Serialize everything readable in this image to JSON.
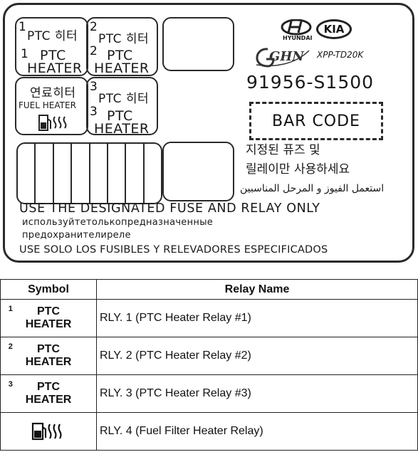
{
  "label": {
    "slot1": {
      "num": "1",
      "ptc_korean": "PTC 히터",
      "heater_num": "1",
      "heater_line1": "PTC",
      "heater_line2": "HEATER"
    },
    "slot2": {
      "num": "2",
      "ptc_korean": "PTC 히터",
      "heater_num": "2",
      "heater_line1": "PTC",
      "heater_line2": "HEATER"
    },
    "slot3": {
      "num": "3",
      "ptc_korean": "PTC 히터",
      "heater_num": "3",
      "heater_line1": "PTC",
      "heater_line2": "HEATER"
    },
    "fuel": {
      "korean": "연료히터",
      "english": "FUEL HEATER"
    },
    "brand": {
      "hyundai": "HYUNDAI",
      "kia": "KIA",
      "logo_text": "GHN",
      "model_code": "XPP-TD20K"
    },
    "part_number": "91956-S1500",
    "barcode_text": "BAR CODE",
    "korean_line1": "지정된 퓨즈 및",
    "korean_line2": "릴레이만 사용하세요",
    "arabic_line": "استعمل الفيوز و المرحل المناسبين",
    "english_line": "USE THE DESIGNATED FUSE AND RELAY ONLY",
    "russian_line1": "используйтетолькопредназначенные",
    "russian_line2": "предохранителиреле",
    "spanish_line": "USE SOLO LOS FUSIBLES Y RELEVADORES ESPECIFICADOS"
  },
  "table": {
    "headers": {
      "symbol": "Symbol",
      "relay_name": "Relay Name"
    },
    "rows": [
      {
        "num": "1",
        "line1": "PTC",
        "line2": "HEATER",
        "name": "RLY. 1 (PTC Heater Relay #1)"
      },
      {
        "num": "2",
        "line1": "PTC",
        "line2": "HEATER",
        "name": "RLY. 2 (PTC Heater Relay #2)"
      },
      {
        "num": "3",
        "line1": "PTC",
        "line2": "HEATER",
        "name": "RLY. 3 (PTC Heater Relay #3)"
      },
      {
        "icon": "fuel-filter-heater-icon",
        "name": "RLY. 4 (Fuel Filter Heater Relay)"
      }
    ]
  }
}
